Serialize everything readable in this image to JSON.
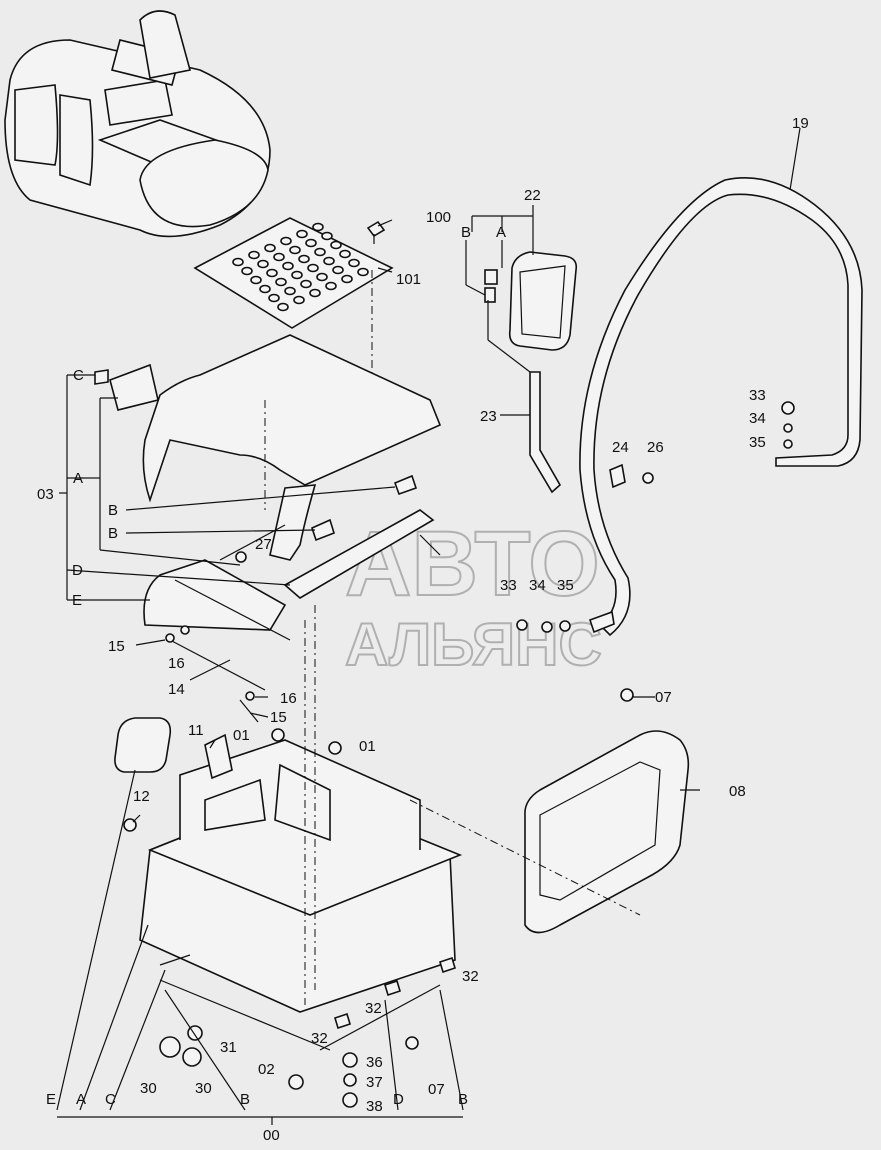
{
  "watermark": {
    "line1": "АВТО",
    "line2": "АЛЬЯНС"
  },
  "callouts": {
    "c00": "00",
    "c01a": "01",
    "c01b": "01",
    "c02": "02",
    "c03": "03",
    "c07a": "07",
    "c07b": "07",
    "c08": "08",
    "c11": "11",
    "c12": "12",
    "c14": "14",
    "c15a": "15",
    "c15b": "15",
    "c16a": "16",
    "c16b": "16",
    "c19": "19",
    "c22": "22",
    "c23": "23",
    "c24": "24",
    "c26": "26",
    "c27": "27",
    "c30a": "30",
    "c30b": "30",
    "c31": "31",
    "c32a": "32",
    "c32b": "32",
    "c32c": "32",
    "c33a": "33",
    "c33b": "33",
    "c34a": "34",
    "c34b": "34",
    "c35a": "35",
    "c35b": "35",
    "c36": "36",
    "c37": "37",
    "c38": "38",
    "c100": "100",
    "c101": "101"
  },
  "letters": {
    "a03": "A",
    "b03a": "B",
    "b03b": "B",
    "c03": "C",
    "d03": "D",
    "e03": "E",
    "b22": "B",
    "a22": "A",
    "e00": "E",
    "a00": "A",
    "c00": "C",
    "b00a": "B",
    "d00": "D",
    "b00b": "B"
  }
}
